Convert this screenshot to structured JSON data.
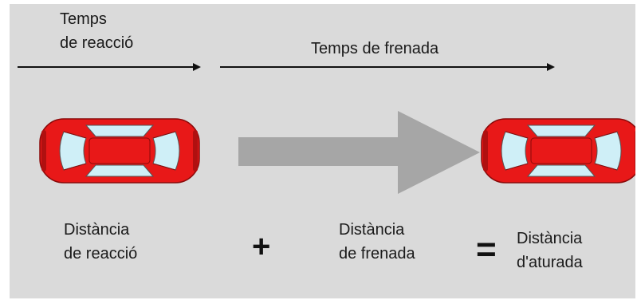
{
  "top": {
    "reaction_time": [
      "Temps",
      "de reacció"
    ],
    "braking_time": "Temps de frenada"
  },
  "bottom": {
    "reaction_distance": [
      "Distància",
      "de reacció"
    ],
    "plus": "+",
    "braking_distance": [
      "Distància",
      "de frenada"
    ],
    "equals": "=",
    "stopping_distance": [
      "Distància",
      "d'aturada"
    ]
  },
  "colors": {
    "background": "#dadada",
    "car_body": "#e81818",
    "car_window": "#cfeff7",
    "big_arrow": "#a6a6a6",
    "timeline": "#111111"
  }
}
